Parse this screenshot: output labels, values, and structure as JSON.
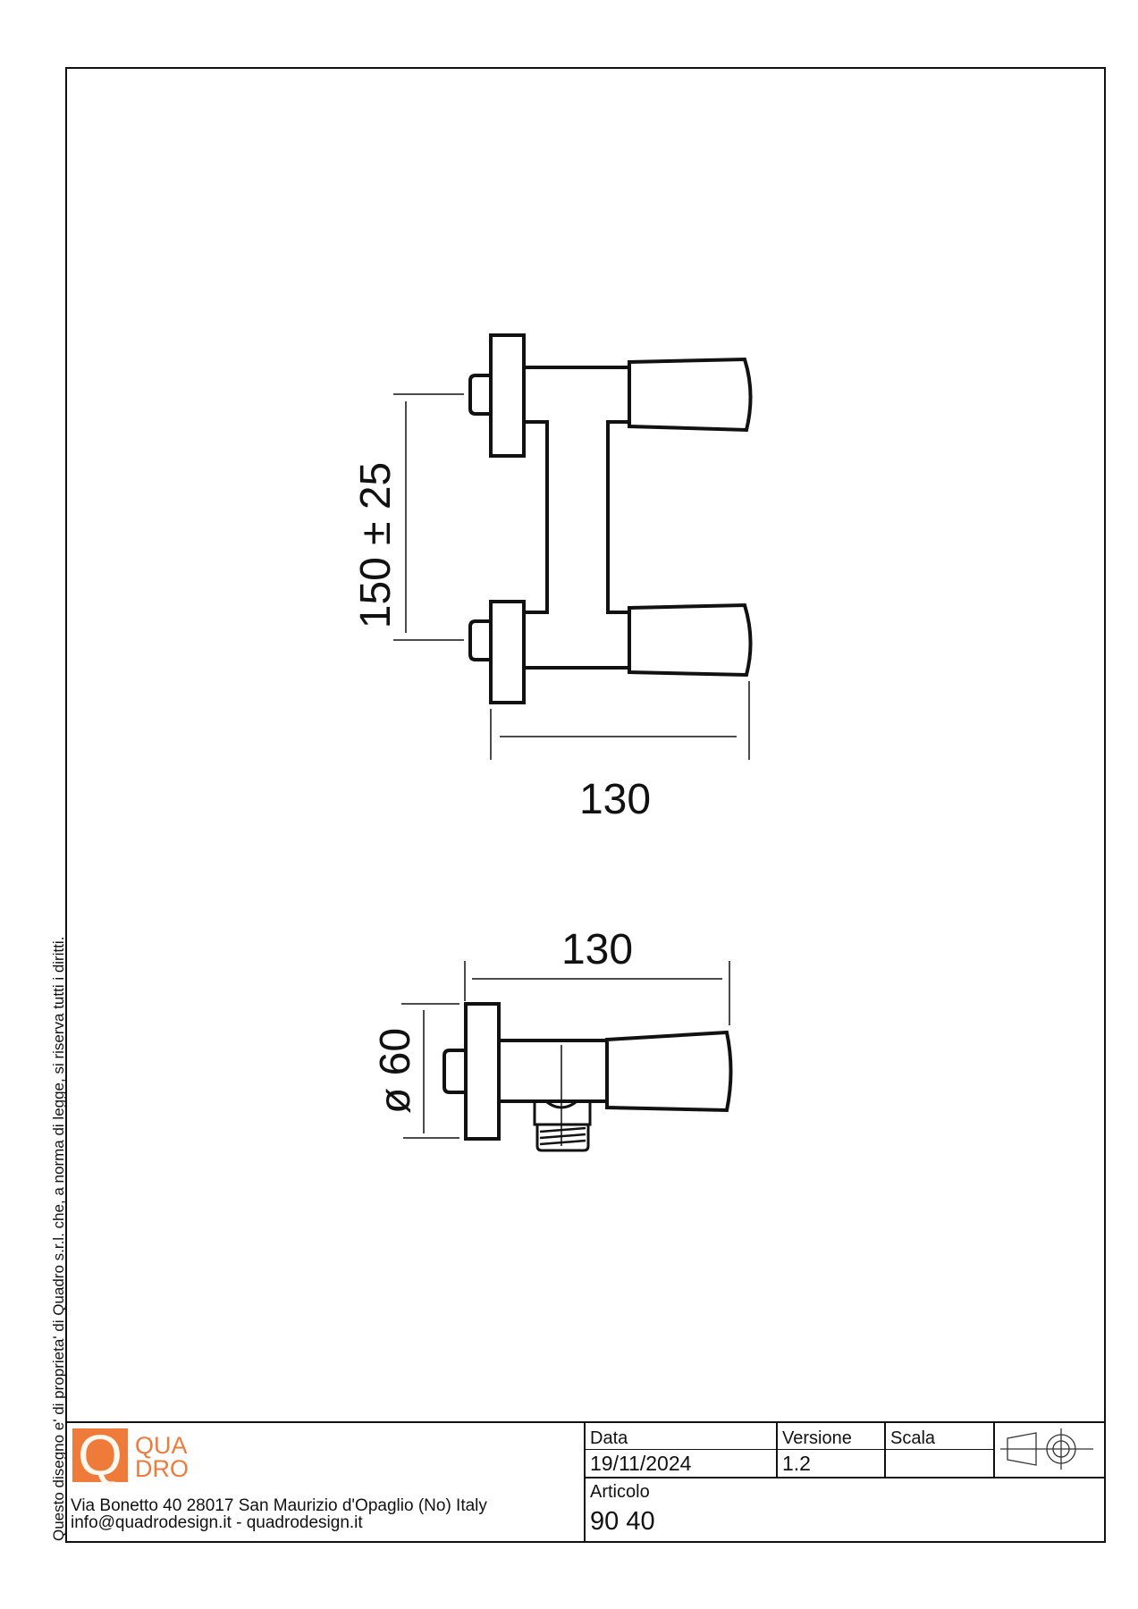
{
  "side_note": "Questo disegno e' di proprieta' di Quadro s.r.l. che, a norma di legge, si riserva tutti i diritti.",
  "drawing": {
    "front_view": {
      "height_dim": "150 ± 25",
      "width_dim": "130"
    },
    "side_view": {
      "width_dim": "130",
      "diameter_dim": "ø 60"
    }
  },
  "title_block": {
    "logo": {
      "letter": "Q",
      "line1": "QUA",
      "line2": "DRO",
      "color": "#ee7b3a"
    },
    "address_line1": "Via Bonetto 40  28017 San Maurizio d'Opaglio (No) Italy",
    "address_line2": "info@quadrodesign.it  -  quadrodesign.it",
    "data_label": "Data",
    "data_value": "19/11/2024",
    "versione_label": "Versione",
    "versione_value": "1.2",
    "scala_label": "Scala",
    "scala_value": "",
    "articolo_label": "Articolo",
    "articolo_value": "90 40"
  }
}
